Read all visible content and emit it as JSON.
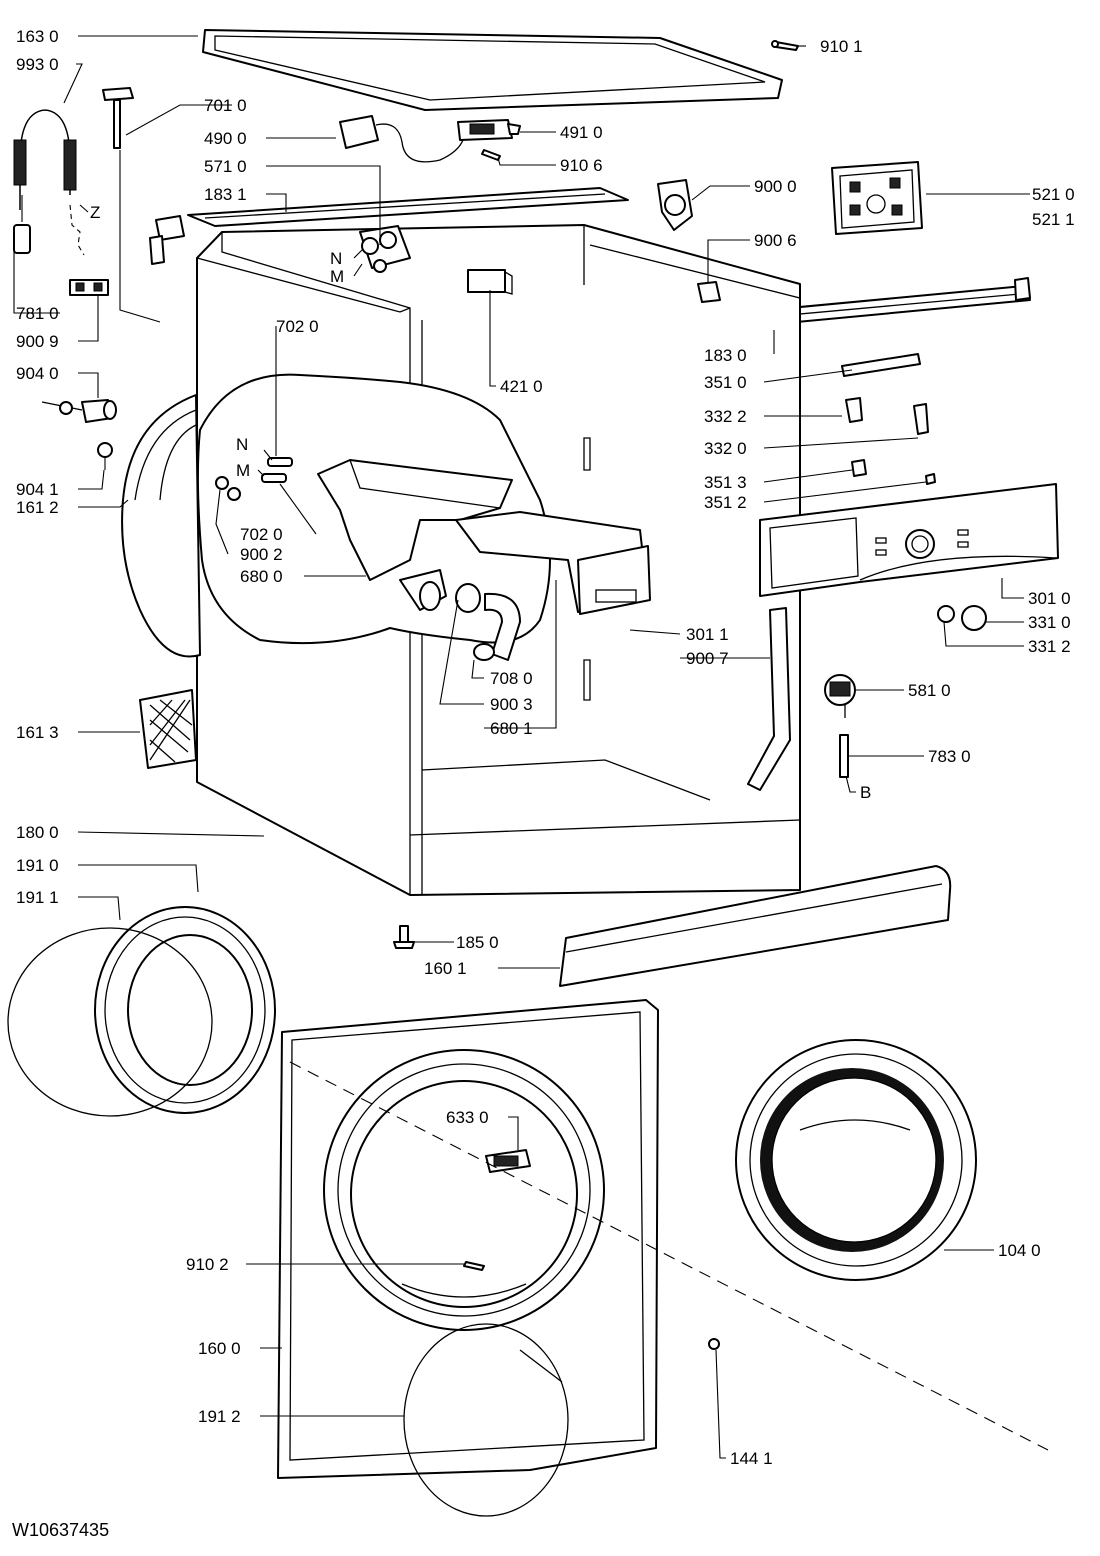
{
  "doc_id": "W10637435",
  "callouts": [
    {
      "id": "l-163-0",
      "label": "163 0"
    },
    {
      "id": "l-993-0",
      "label": "993 0"
    },
    {
      "id": "l-701-0",
      "label": "701 0"
    },
    {
      "id": "l-490-0",
      "label": "490 0"
    },
    {
      "id": "l-571-0",
      "label": "571 0"
    },
    {
      "id": "l-183-1",
      "label": "183 1"
    },
    {
      "id": "l-910-1",
      "label": "910 1"
    },
    {
      "id": "l-491-0",
      "label": "491 0"
    },
    {
      "id": "l-910-6",
      "label": "910 6"
    },
    {
      "id": "l-900-0",
      "label": "900 0"
    },
    {
      "id": "l-521-0",
      "label": "521 0"
    },
    {
      "id": "l-521-1",
      "label": "521 1"
    },
    {
      "id": "l-900-6",
      "label": "900 6"
    },
    {
      "id": "l-z",
      "label": "Z"
    },
    {
      "id": "l-781-0",
      "label": "781 0"
    },
    {
      "id": "l-900-9",
      "label": "900 9"
    },
    {
      "id": "l-n-valve",
      "label": "N"
    },
    {
      "id": "l-m-valve",
      "label": "M"
    },
    {
      "id": "l-183-0",
      "label": "183 0"
    },
    {
      "id": "l-702-0-a",
      "label": "702 0"
    },
    {
      "id": "l-421-0",
      "label": "421 0"
    },
    {
      "id": "l-904-0",
      "label": "904 0"
    },
    {
      "id": "l-351-0",
      "label": "351 0"
    },
    {
      "id": "l-332-2",
      "label": "332 2"
    },
    {
      "id": "l-332-0",
      "label": "332 0"
    },
    {
      "id": "l-n-hose",
      "label": "N"
    },
    {
      "id": "l-m-hose",
      "label": "M"
    },
    {
      "id": "l-904-1",
      "label": "904 1"
    },
    {
      "id": "l-351-3",
      "label": "351 3"
    },
    {
      "id": "l-161-2",
      "label": "161 2"
    },
    {
      "id": "l-351-2",
      "label": "351 2"
    },
    {
      "id": "l-702-0-b",
      "label": "702 0"
    },
    {
      "id": "l-900-2",
      "label": "900 2"
    },
    {
      "id": "l-680-0",
      "label": "680 0"
    },
    {
      "id": "l-301-0",
      "label": "301 0"
    },
    {
      "id": "l-331-0",
      "label": "331 0"
    },
    {
      "id": "l-301-1",
      "label": "301 1"
    },
    {
      "id": "l-331-2",
      "label": "331 2"
    },
    {
      "id": "l-900-7",
      "label": "900 7"
    },
    {
      "id": "l-708-0",
      "label": "708 0"
    },
    {
      "id": "l-581-0",
      "label": "581 0"
    },
    {
      "id": "l-900-3",
      "label": "900 3"
    },
    {
      "id": "l-680-1",
      "label": "680 1"
    },
    {
      "id": "l-161-3",
      "label": "161 3"
    },
    {
      "id": "l-783-0",
      "label": "783 0"
    },
    {
      "id": "l-b",
      "label": "B"
    },
    {
      "id": "l-180-0",
      "label": "180 0"
    },
    {
      "id": "l-191-0",
      "label": "191 0"
    },
    {
      "id": "l-191-1",
      "label": "191 1"
    },
    {
      "id": "l-185-0",
      "label": "185 0"
    },
    {
      "id": "l-160-1",
      "label": "160 1"
    },
    {
      "id": "l-633-0",
      "label": "633 0"
    },
    {
      "id": "l-910-2",
      "label": "910 2"
    },
    {
      "id": "l-104-0",
      "label": "104 0"
    },
    {
      "id": "l-160-0",
      "label": "160 0"
    },
    {
      "id": "l-191-2",
      "label": "191 2"
    },
    {
      "id": "l-144-1",
      "label": "144 1"
    }
  ]
}
